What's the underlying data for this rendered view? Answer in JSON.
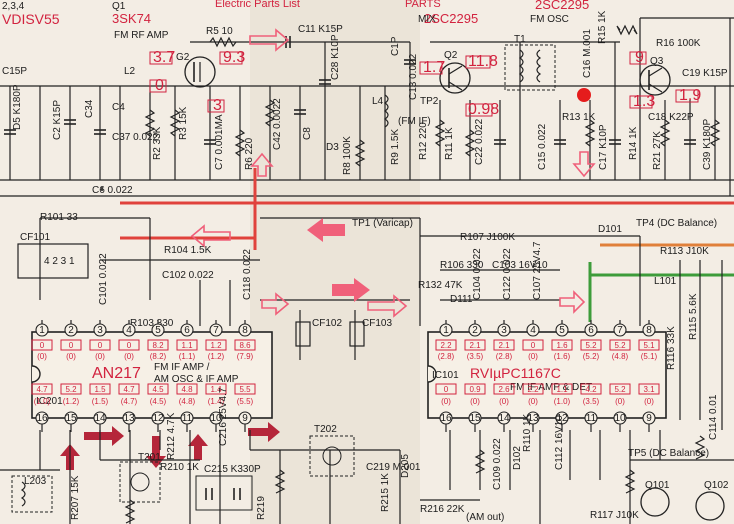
{
  "colors": {
    "paper": "#f3ede4",
    "ink": "#1c1c1c",
    "red_print": "#d2233f",
    "highlight_red": "#e0423c",
    "highlight_orange": "#e0803a",
    "highlight_green": "#3d9c3a",
    "arrow_pink": "#f0607a"
  },
  "header": {
    "pins_top": "2,3,4",
    "model": "VDISV55",
    "title_right": "Electric Parts List",
    "t_2sc2295_a": "2SC2295",
    "t_2sc2295_b": "2SC2295",
    "t_parts": "PARTS"
  },
  "sections": {
    "q1": "Q1",
    "q1_part": "3SK74",
    "fm_rf_amp": "FM RF AMP",
    "mix": "MIX",
    "fm_osc": "FM OSC"
  },
  "voltages_top": {
    "v37": "3.7",
    "v0": "0",
    "v93": "9.3",
    "v3": "3",
    "v17": "1.7",
    "v118": "11.8",
    "v098": "0.98",
    "v9": "9",
    "v13": "1.3",
    "v19": "1.9"
  },
  "labels": {
    "c15p": "C15P",
    "l2": "L2",
    "g2": "G2",
    "r5": "R5 10",
    "c11": "C11 K15P",
    "c1p": "C1P",
    "q2": "Q2",
    "l4": "L4",
    "tp2": "TP2",
    "fmif": "(FM IF)",
    "t1": "T1",
    "r15": "R15 1K",
    "r16": "R16 100K",
    "c16": "C16 M.001",
    "q3": "Q3",
    "c19": "C19 K15P",
    "d5": "D5 K180P",
    "c2": "C2 K15P",
    "c34": "C34",
    "c4": "C4",
    "c37": "C37 0.022",
    "r2": "R2 33K",
    "r3": "R3 15K",
    "c7": "C7 0.001MA",
    "r6": "R6 220",
    "c42": "C42 0.0022",
    "c8": "C8",
    "d3": "D3",
    "r8": "R8 100K",
    "c28": "C28 K10P",
    "r9": "R9 1.5K",
    "r12": "R12 220",
    "c13": "C13 0.022",
    "r11": "R11 1K",
    "c22": "C22 0.022",
    "c15": "C15 0.022",
    "r13": "R13 1K",
    "c17": "C17 K10P",
    "r14": "R14 1K",
    "r21": "R21 27K",
    "c18": "C18 K22P",
    "c39": "C39 K180P",
    "c6": "C6 0.022",
    "r101": "R101 33",
    "cf101": "CF101",
    "r104": "R104 1.5K",
    "tp1": "TP1 (Varicap)",
    "r107": "R107 J100K",
    "d101": "D101",
    "tp4": "TP4 (DC Balance)",
    "r113": "R113 J10K",
    "c102": "C102 0.022",
    "c101": "C101 0.022",
    "c118": "C118 0.022",
    "r103": "R103 330",
    "cf102": "CF102",
    "cf103": "CF103",
    "r106": "R106 330",
    "c103": "C103 16V10",
    "r132": "R132 47K",
    "d111": "D111",
    "c104": "C104 0.022",
    "c122": "C122 0.022",
    "c107": "C107 25V4.7",
    "l101": "L101",
    "r115": "R115 5.6K",
    "r116": "R116 33K",
    "ic201": "IC201",
    "an217": "AN217",
    "ic201_d1": "FM IF AMP /",
    "ic201_d2": "AM OSC & IF AMP",
    "ic101": "IC101",
    "upc1167": "RVIµPC1167C",
    "ic101_d1": "FM IF AMP & DET",
    "l203": "L203",
    "t201": "T201",
    "r210": "R210 1K",
    "c216": "C216 25V4.7",
    "t202": "T202",
    "c219": "C219 M.001",
    "d205": "D205",
    "r215": "R215 1K",
    "r216": "R216 22K",
    "c215": "C215 K330P",
    "r207": "R207 15K",
    "r219": "R219",
    "r212": "R212 4.7K",
    "amout": "(AM out)",
    "r117": "R117 J10K",
    "tp5": "TP5 (DC Balance)",
    "c114": "C114 0.01",
    "q101": "Q101",
    "q102": "Q102",
    "c109": "C109 0.022",
    "d102": "D102",
    "r110": "R110 1K",
    "c112": "C112 16V10"
  },
  "ic201": {
    "top_pins": [
      {
        "n": "1",
        "v": "0",
        "vb": "(0)"
      },
      {
        "n": "2",
        "v": "0",
        "vb": "(0)"
      },
      {
        "n": "3",
        "v": "0",
        "vb": "(0)"
      },
      {
        "n": "4",
        "v": "0",
        "vb": "(0)"
      },
      {
        "n": "5",
        "v": "8.2",
        "vb": "(8.2)"
      },
      {
        "n": "6",
        "v": "1.1",
        "vb": "(1.1)"
      },
      {
        "n": "7",
        "v": "1.2",
        "vb": "(1.2)"
      },
      {
        "n": "8",
        "v": "8.6",
        "vb": "(7.9)"
      }
    ],
    "bottom_pins": [
      {
        "n": "16",
        "v": "4.7",
        "vb": "(1.0)"
      },
      {
        "n": "15",
        "v": "5.2",
        "vb": "(1.2)"
      },
      {
        "n": "14",
        "v": "1.5",
        "vb": "(1.5)"
      },
      {
        "n": "13",
        "v": "4.7",
        "vb": "(4.7)"
      },
      {
        "n": "12",
        "v": "4.5",
        "vb": "(4.5)"
      },
      {
        "n": "11",
        "v": "4.8",
        "vb": "(4.8)"
      },
      {
        "n": "10",
        "v": "1.4",
        "vb": "(1.4)"
      },
      {
        "n": "9",
        "v": "5.5",
        "vb": "(5.5)"
      }
    ]
  },
  "ic101": {
    "top_pins": [
      {
        "n": "1",
        "v": "2.2",
        "vb": "(2.8)"
      },
      {
        "n": "2",
        "v": "2.1",
        "vb": "(3.5)"
      },
      {
        "n": "3",
        "v": "2.1",
        "vb": "(2.8)"
      },
      {
        "n": "4",
        "v": "0",
        "vb": "(0)"
      },
      {
        "n": "5",
        "v": "1.6",
        "vb": "(1.6)"
      },
      {
        "n": "6",
        "v": "5.2",
        "vb": "(5.2)"
      },
      {
        "n": "7",
        "v": "5.2",
        "vb": "(4.8)"
      },
      {
        "n": "8",
        "v": "5.1",
        "vb": "(5.1)"
      }
    ],
    "bottom_pins": [
      {
        "n": "16",
        "v": "0",
        "vb": "(0)"
      },
      {
        "n": "15",
        "v": "0.9",
        "vb": "(0)"
      },
      {
        "n": "14",
        "v": "2.6",
        "vb": "(0)"
      },
      {
        "n": "13",
        "v": "2.2",
        "vb": "(0)"
      },
      {
        "n": "12",
        "v": "1.1",
        "vb": "(1.0)"
      },
      {
        "n": "11",
        "v": "4.2",
        "vb": "(3.5)"
      },
      {
        "n": "10",
        "v": "5.2",
        "vb": "(0)"
      },
      {
        "n": "9",
        "v": "3.1",
        "vb": "(0)"
      }
    ]
  }
}
